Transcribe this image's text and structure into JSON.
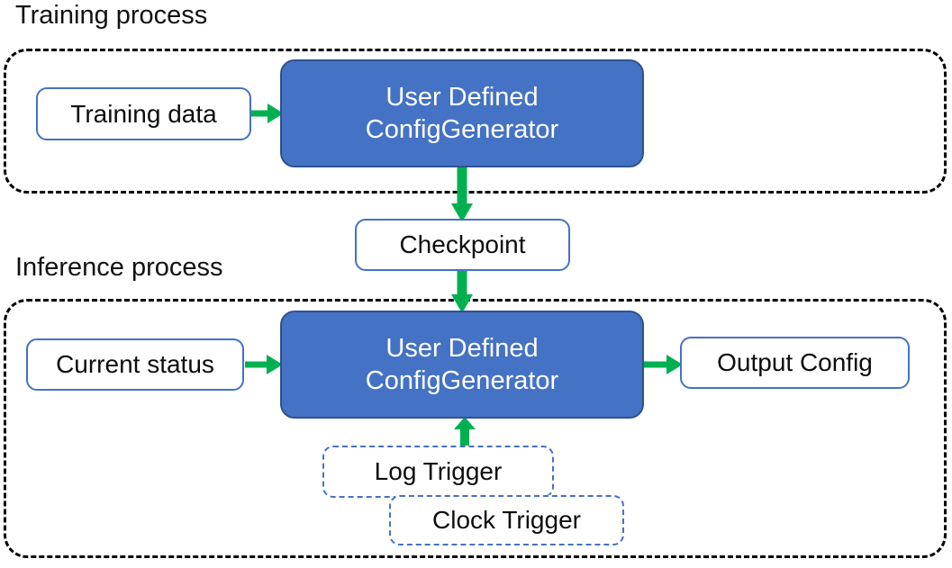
{
  "diagram": {
    "title_training": "Training process",
    "title_inference": "Inference process",
    "accent_blue": "#4472C4",
    "accent_blue_dark": "#2F528F",
    "accent_green": "#00B050",
    "container_border": "#000000"
  },
  "training": {
    "label": "Training process",
    "nodes": {
      "training_data": "Training data",
      "generator_line1": "User Defined",
      "generator_line2": "ConfigGenerator"
    }
  },
  "checkpoint": {
    "label": "Checkpoint"
  },
  "inference": {
    "label": "Inference process",
    "nodes": {
      "current_status": "Current status",
      "generator_line1": "User Defined",
      "generator_line2": "ConfigGenerator",
      "output_config": "Output Config",
      "log_trigger": "Log Trigger",
      "clock_trigger": "Clock Trigger"
    }
  },
  "arrows": {
    "data_to_generator": "arrow-right",
    "generator_to_checkpoint": "arrow-down",
    "checkpoint_to_generator": "arrow-down",
    "status_to_generator": "arrow-right",
    "generator_to_output": "arrow-right",
    "trigger_to_generator": "arrow-up"
  }
}
